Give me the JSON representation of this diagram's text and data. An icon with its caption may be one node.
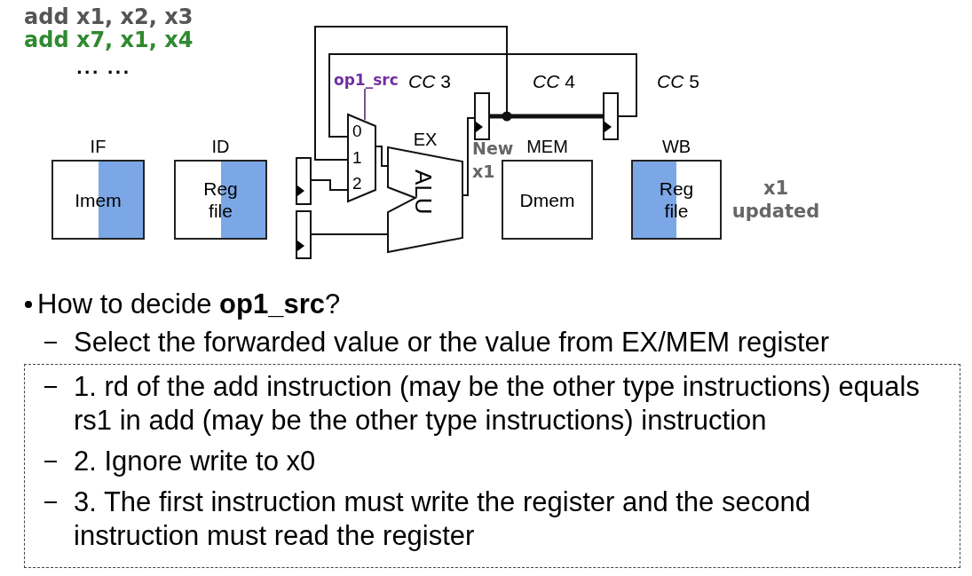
{
  "diagram": {
    "nodes": [
      {
        "text": [
          "op1_src"
        ]
      },
      {
        "text": [
          "IF",
          "Imem"
        ]
      },
      {
        "text": [
          "ID",
          "Reg file"
        ]
      },
      {
        "text": [],
        "shape": "box"
      },
      {
        "text": [],
        "shape": "box"
      },
      {
        "text": [
          "0",
          "1",
          "2"
        ]
      },
      {
        "text": [
          "EX",
          "ALU"
        ]
      },
      {
        "text": [],
        "shape": "box"
      },
      {
        "text": [],
        "shape": "box"
      },
      {
        "text": [
          "MEM",
          "Dmem"
        ]
      },
      {
        "text": [
          "WB",
          "Reg file"
        ],
        "beside": [
          "x1 updated"
        ]
      },
      {
        "text": [
          "1. rd of the add instruction (may be the other type instructions) equals rs1 in add (may be the other type instructions) instruction",
          "2. Ignore write to x0",
          "3. The first instruction must write the register and the second instruction must read the register"
        ]
      }
    ],
    "edges": [
      {
        "from": 0,
        "to": 5,
        "arrow": "none",
        "color": "#6f5a8a"
      },
      {
        "from": 3,
        "to": 5,
        "arrow": "none"
      },
      {
        "from": 4,
        "to": 6,
        "arrow": "none"
      },
      {
        "from": 5,
        "to": 6,
        "arrow": "none"
      },
      {
        "from": 6,
        "to": 7,
        "arrow": "none"
      },
      {
        "from": 7,
        "to": 8,
        "arrow": "none",
        "style": "thick"
      },
      {
        "from": 7,
        "to": 5,
        "arrow": "none"
      },
      {
        "from": 8,
        "to": 5,
        "arrow": "none"
      }
    ],
    "labels": [
      "add x1, x2, x3",
      "add x7, x1, x4",
      "... ...",
      "*CC* 3",
      "*CC* 4",
      "*CC* 5",
      "New x1",
      "How to decide **op1_src**?",
      "Select the forwarded value or the value from EX/MEM register"
    ]
  }
}
